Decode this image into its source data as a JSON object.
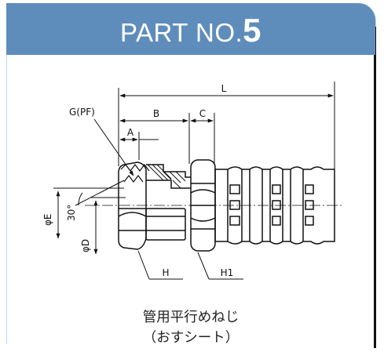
{
  "header": {
    "prefix": "PART NO.",
    "number": "5",
    "color": "#5f8dbb"
  },
  "dimensions": {
    "length": "L",
    "b": "B",
    "c": "C",
    "a": "A",
    "thread": "G(PF)",
    "angle": "30°",
    "phi_e": "φE",
    "phi_d": "φD",
    "hex_h": "H",
    "hex_h1": "H1"
  },
  "caption": {
    "line1": "管用平行めねじ",
    "line2": "（おすシート）"
  }
}
